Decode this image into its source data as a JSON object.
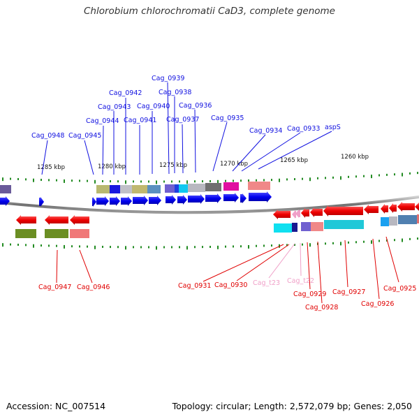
{
  "title": "Chlorobium chlorochromatii CaD3, complete genome",
  "footer": {
    "accession": "Accession: NC_007514",
    "summary": "Topology: circular; Length: 2,572,079 bp; Genes: 2,050"
  },
  "colors": {
    "top_strand": "#1010e0",
    "bottom_strand": "#e00000",
    "trna": "#f0a0c8",
    "tick": "#228b22"
  },
  "scale_labels": [
    "1285 kbp",
    "1280 kbp",
    "1275 kbp",
    "1270 kbp",
    "1265 kbp",
    "1260 kbp"
  ],
  "top_genes": [
    "Cag_0948",
    "Cag_0945",
    "Cag_0944",
    "Cag_0943",
    "Cag_0942",
    "Cag_0941",
    "Cag_0940",
    "Cag_0939",
    "Cag_0938",
    "Cag_0937",
    "Cag_0936",
    "Cag_0935",
    "Cag_0934",
    "Cag_0933",
    "aspS"
  ],
  "bottom_genes": [
    "Cag_0947",
    "Cag_0946",
    "Cag_0931",
    "Cag_0930",
    "Cag_t23",
    "Cag_t22",
    "Cag_0929",
    "Cag_0928",
    "Cag_0927",
    "Cag_0926",
    "Cag_0925"
  ]
}
